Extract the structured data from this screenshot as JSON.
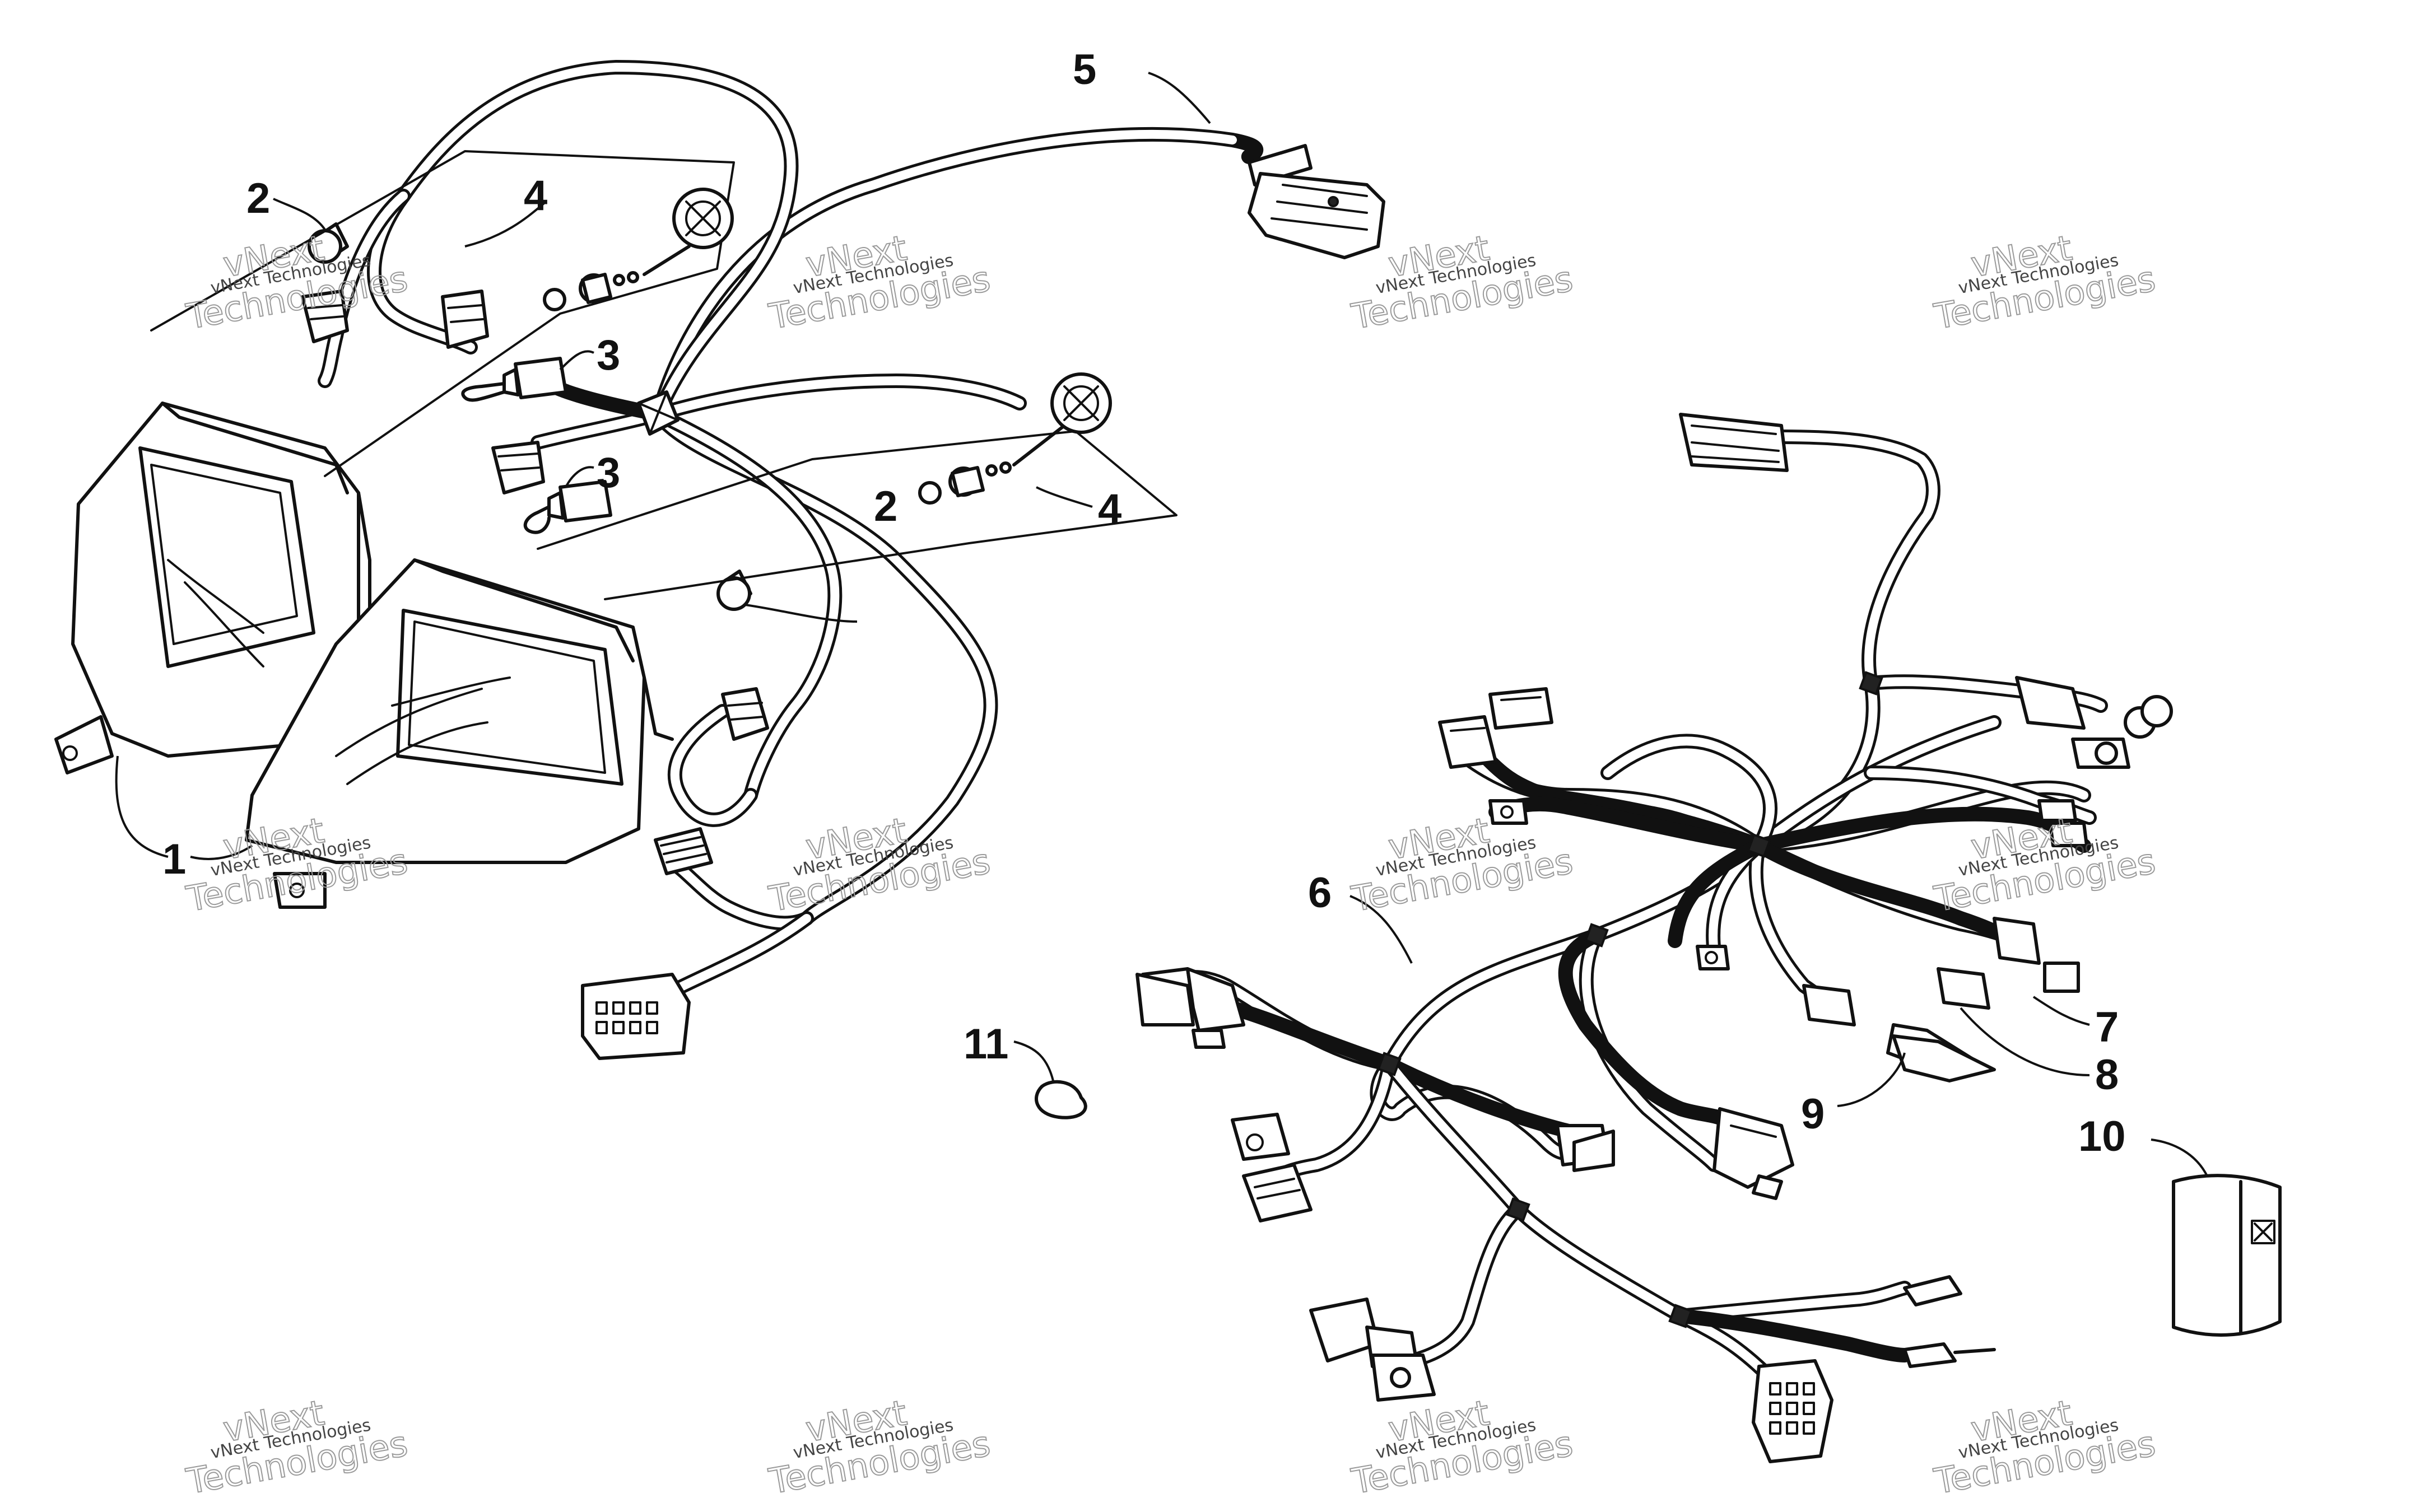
{
  "callouts": {
    "c1": "1",
    "c2a": "2",
    "c2b": "2",
    "c3a": "3",
    "c3b": "3",
    "c4a": "4",
    "c4b": "4",
    "c5": "5",
    "c6": "6",
    "c7": "7",
    "c8": "8",
    "c9": "9",
    "c10": "10",
    "c11": "11"
  },
  "watermark": {
    "line1": "vNext Technologies",
    "line2": "Technologies",
    "line3": "vNext"
  }
}
